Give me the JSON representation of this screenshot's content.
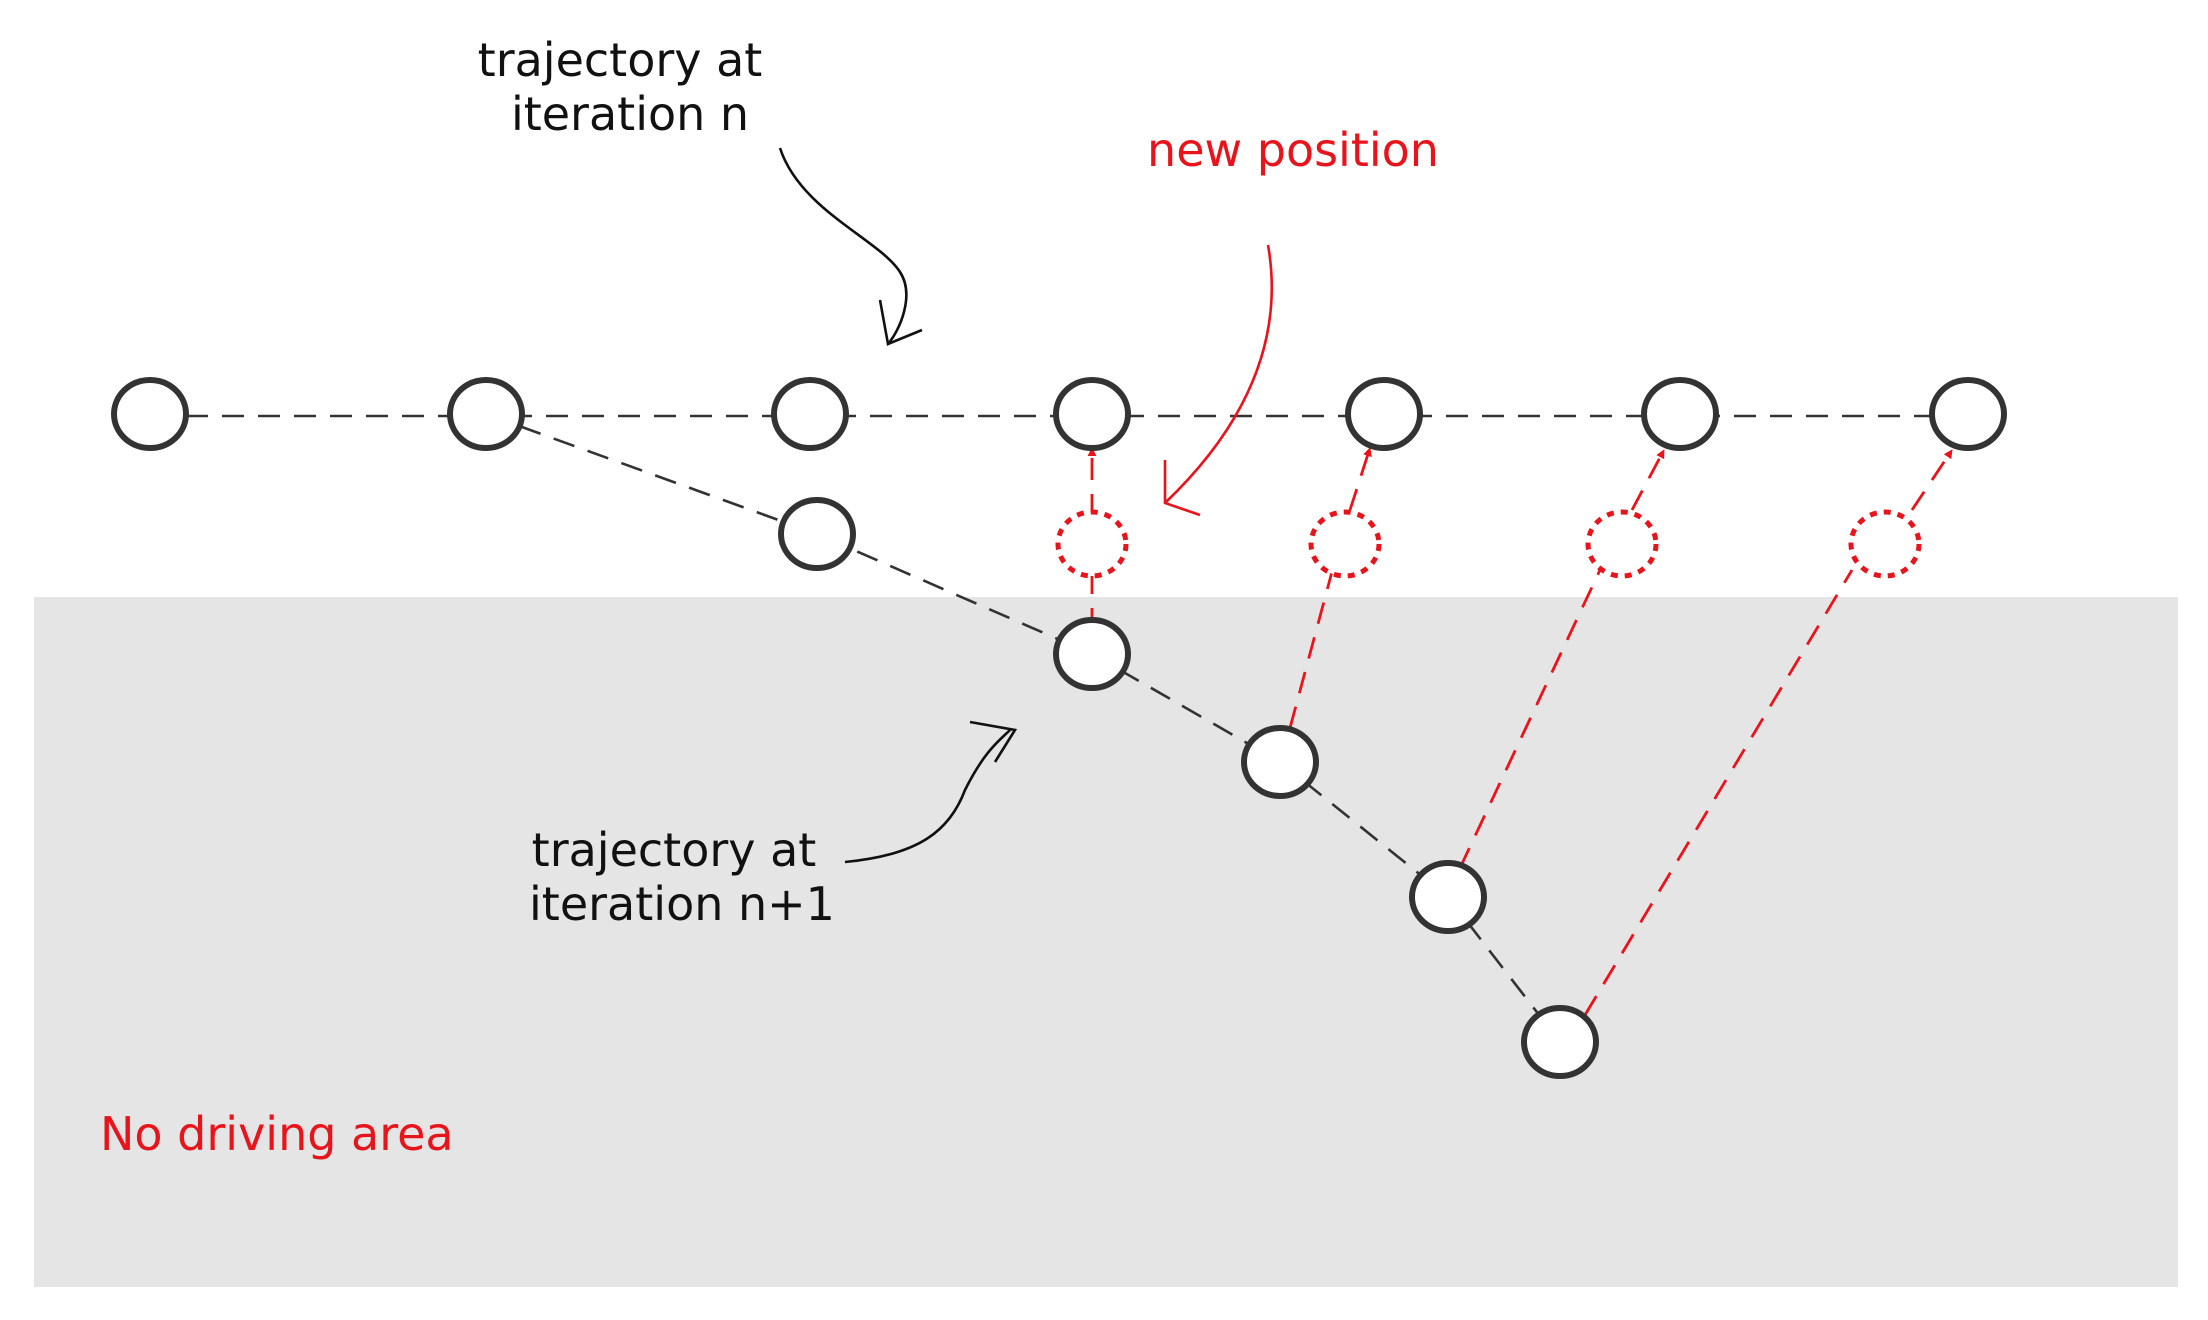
{
  "labels": {
    "trajectory_n_line1": "trajectory at",
    "trajectory_n_line2": "iteration n",
    "trajectory_n1_line1": "trajectory at",
    "trajectory_n1_line2": "iteration n+1",
    "new_position": "new position",
    "no_driving_area": "No driving area"
  },
  "colors": {
    "node_stroke": "#333333",
    "highlight": "#e8141c",
    "no_driving_area_fill": "#e5e5e5",
    "background": "#ffffff"
  }
}
